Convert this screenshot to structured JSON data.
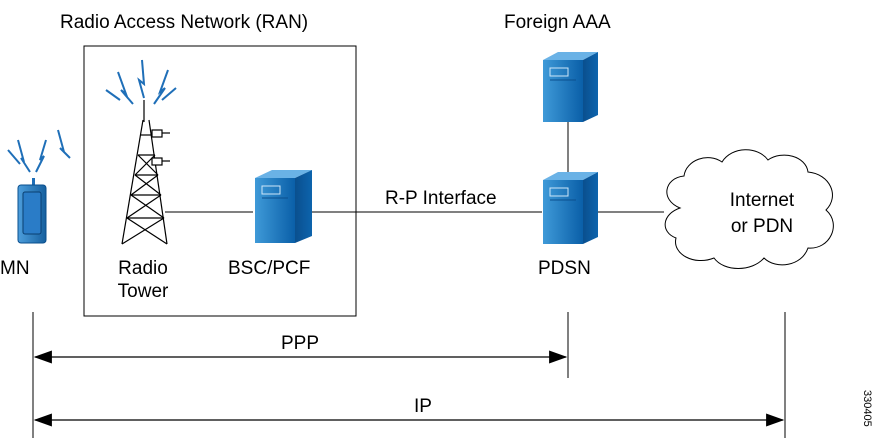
{
  "labels": {
    "ran_title": "Radio Access Network (RAN)",
    "foreign_aaa": "Foreign AAA",
    "mn": "MN",
    "radio_tower_line1": "Radio",
    "radio_tower_line2": "Tower",
    "bsc_pcf": "BSC/PCF",
    "rp_interface": "R-P Interface",
    "pdsn": "PDSN",
    "internet_line1": "Internet",
    "internet_line2": "or PDN",
    "ppp": "PPP",
    "ip": "IP",
    "figure_id": "330405"
  },
  "colors": {
    "server_dark": "#0a5fa8",
    "server_light": "#3f9ad8",
    "device_blue": "#2a7cc7",
    "signal": "#1f6fb8",
    "line": "#000000"
  },
  "icons": {
    "mobile_node": "mobile-phone-icon",
    "tower": "radio-tower-icon",
    "bsc_server": "server-icon",
    "aaa_server": "server-icon",
    "pdsn_server": "server-icon",
    "cloud": "cloud-icon"
  }
}
